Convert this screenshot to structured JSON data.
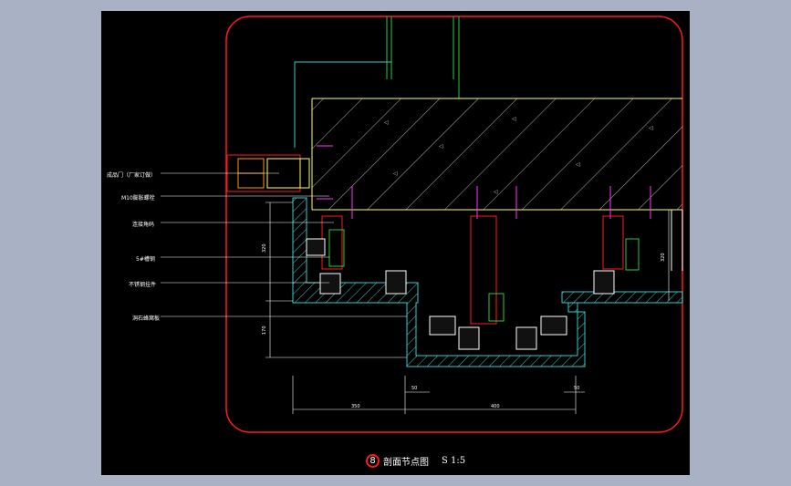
{
  "labels": [
    "成品门（厂家订做）",
    "M10膨胀螺栓",
    "连接角码",
    "5#槽钢",
    "不锈钢挂件",
    "洞石蜂窝板"
  ],
  "dimensions": {
    "bottom_left": "350",
    "bottom_right": "400",
    "small_left": "50",
    "small_right": "50",
    "vertical_upper": "320",
    "vertical_lower": "170",
    "vertical_right": "320"
  },
  "title": {
    "number": "8",
    "text": "剖面节点图",
    "scale": "S 1:5"
  },
  "colors": {
    "frame": "#ff1a1a",
    "concrete": "#ffff66",
    "cyan": "#33cccc",
    "green": "#22cc44",
    "magenta": "#ff33ff"
  }
}
